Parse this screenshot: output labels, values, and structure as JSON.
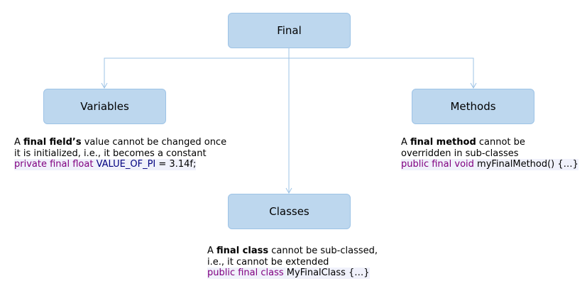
{
  "nodes": {
    "final": "Final",
    "variables": "Variables",
    "methods": "Methods",
    "classes": "Classes"
  },
  "variables_desc": {
    "l1_pre": "A ",
    "l1_bold": "final field’s",
    "l1_post": " value cannot be changed once",
    "l2": "it is initialized, i.e., it becomes a constant",
    "code_kw": "private final float",
    "code_sp": " ",
    "code_ident": "VALUE_OF_PI",
    "code_rest": " = 3.14f;"
  },
  "methods_desc": {
    "l1_pre": "A ",
    "l1_bold": "final method",
    "l1_post": " cannot be",
    "l2": "overridden in sub-classes",
    "code_kw": "public final void",
    "code_rest": " myFinalMethod() {…}"
  },
  "classes_desc": {
    "l1_pre": "A ",
    "l1_bold": "final class",
    "l1_post": " cannot be sub-classed,",
    "l2": "i.e., it cannot be extended",
    "code_kw": "public final class",
    "code_rest": " MyFinalClass {…}"
  },
  "colors": {
    "node_fill": "#bdd7ee",
    "node_border": "#9dc3e6",
    "connector": "#9dc3e6",
    "code_keyword": "#800080",
    "code_identifier": "#000080",
    "code_background": "#f0f1fb"
  }
}
